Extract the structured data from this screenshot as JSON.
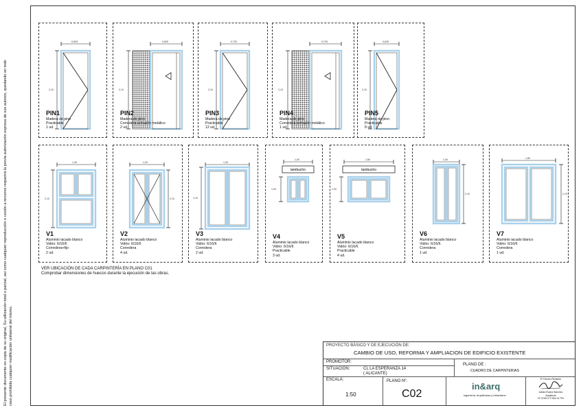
{
  "side_note": {
    "line1": "El presente documento es copia de su original, Su utilización total o parcial, así como cualquier reproducción o cesión a terceros requerirá la previa autorización expresa de sus autores, quedando en todo",
    "line2": "caso prohibida cualquier modificación unilateral del mismo."
  },
  "pieces": [
    {
      "code": "PIN1",
      "line1": "Madera de pino",
      "line2": "Practicable",
      "line3": "1 ud.",
      "line4": "",
      "width_dim": "0,825",
      "height_dim": "2,10"
    },
    {
      "code": "PIN2",
      "line1": "Madera de pino",
      "line2": "Corredera armazón metálico",
      "line3": "2 ud.",
      "line4": "",
      "width_dim": "0,825",
      "height_dim": "2,10"
    },
    {
      "code": "PIN3",
      "line1": "Madera de pino",
      "line2": "Practicable",
      "line3": "12 ud.",
      "line4": "",
      "width_dim": "0,725",
      "height_dim": "2,10"
    },
    {
      "code": "PIN4",
      "line1": "Madera de pino",
      "line2": "Corredera armazón metálico",
      "line3": "1 ud.",
      "line4": "",
      "width_dim": "0,725",
      "height_dim": "2,10"
    },
    {
      "code": "PIN5",
      "line1": "Madera de pino",
      "line2": "Practicable",
      "line3": "8 ud.",
      "line4": "",
      "width_dim": "0,625",
      "height_dim": "2,10"
    },
    {
      "code": "V1",
      "line1": "Aluminio lacado blanco",
      "line2": "Vidrio: 6/16/6",
      "line3": "Corredera+fijo",
      "line4": "2 ud.",
      "width_dim": "1,30",
      "height_dim": "2,10"
    },
    {
      "code": "V2",
      "line1": "Aluminio lacado blanco",
      "line2": "Vidrio: 6/16/6",
      "line3": "Corredera",
      "line4": "4 ud.",
      "width_dim": "1,20",
      "height_dim": "2,10"
    },
    {
      "code": "V3",
      "line1": "Aluminio lacado blanco",
      "line2": "Vidrio: 6/16/6",
      "line3": "Corredera",
      "line4": "2 ud.",
      "width_dim": "1,30",
      "height_dim": "2,10"
    },
    {
      "code": "V4",
      "line1": "Aluminio lacado blanco",
      "line2": "Vidrio: 6/16/6",
      "line3": "Practicable",
      "line4": "3 ud.",
      "width_dim": "1,00",
      "height_dim": "1,00",
      "box": "tambucho"
    },
    {
      "code": "V5",
      "line1": "Aluminio lacado blanco",
      "line2": "Vidrio: 6/16/6",
      "line3": "Practicable",
      "line4": "4 ud.",
      "width_dim": "1,60",
      "height_dim": "1,00",
      "box": "tambucho"
    },
    {
      "code": "V6",
      "line1": "Aluminio lacado blanco",
      "line2": "Vidrio: 6/16/6",
      "line3": "Corredera",
      "line4": "1 ud.",
      "width_dim": "1,00",
      "height_dim": "2,10"
    },
    {
      "code": "V7",
      "line1": "Aluminio lacado blanco",
      "line2": "Vidrio: 6/16/6",
      "line3": "Corredera",
      "line4": "1 ud.",
      "width_dim": "1,80",
      "height_dim": "2,10"
    }
  ],
  "notes": {
    "line1": "VER UBICACIÓN DE CADA CARPINTERÍA EN PLANO C01",
    "line2": "Comprobar dimensiones de huecos durante la ejecución de las obras."
  },
  "title_block": {
    "project_label": "PROYECTO BÁSICO Y DE EJECUCIÓN DE:",
    "project_title": "CAMBIO DE USO, REFORMA Y AMPLIACION DE EDIFICIO EXISTENTE",
    "promotor_label": "PROMOTOR:",
    "promotor_value": "",
    "situacion_label": "SITUACIÓN:",
    "situacion_line1": "CL LA ESPERANZA 14",
    "situacion_line2": "( ALICANTE)",
    "plano_de_label": "PLANO DE :",
    "plano_de_value": "CUADRO DE CARPINTERIAS",
    "escala_label": "ESCALA:",
    "escala_value": "1:50",
    "plano_no_label": "PLANO Nº.",
    "plano_no_value": "C02",
    "logo_text": "in&arq",
    "logo_sub": "Ingeniería, Arquitectura y Urbanismo",
    "sig_header": "El Técnico Redactor",
    "sig_line1": "Adrián Rocha Sánchez",
    "sig_line2": "Arquitecto",
    "sig_line3": "Nº COACV CTAA 13.794"
  },
  "colors": {
    "glass_frame": "#a9d1ea",
    "line": "#222222",
    "hatch": "#444444"
  }
}
